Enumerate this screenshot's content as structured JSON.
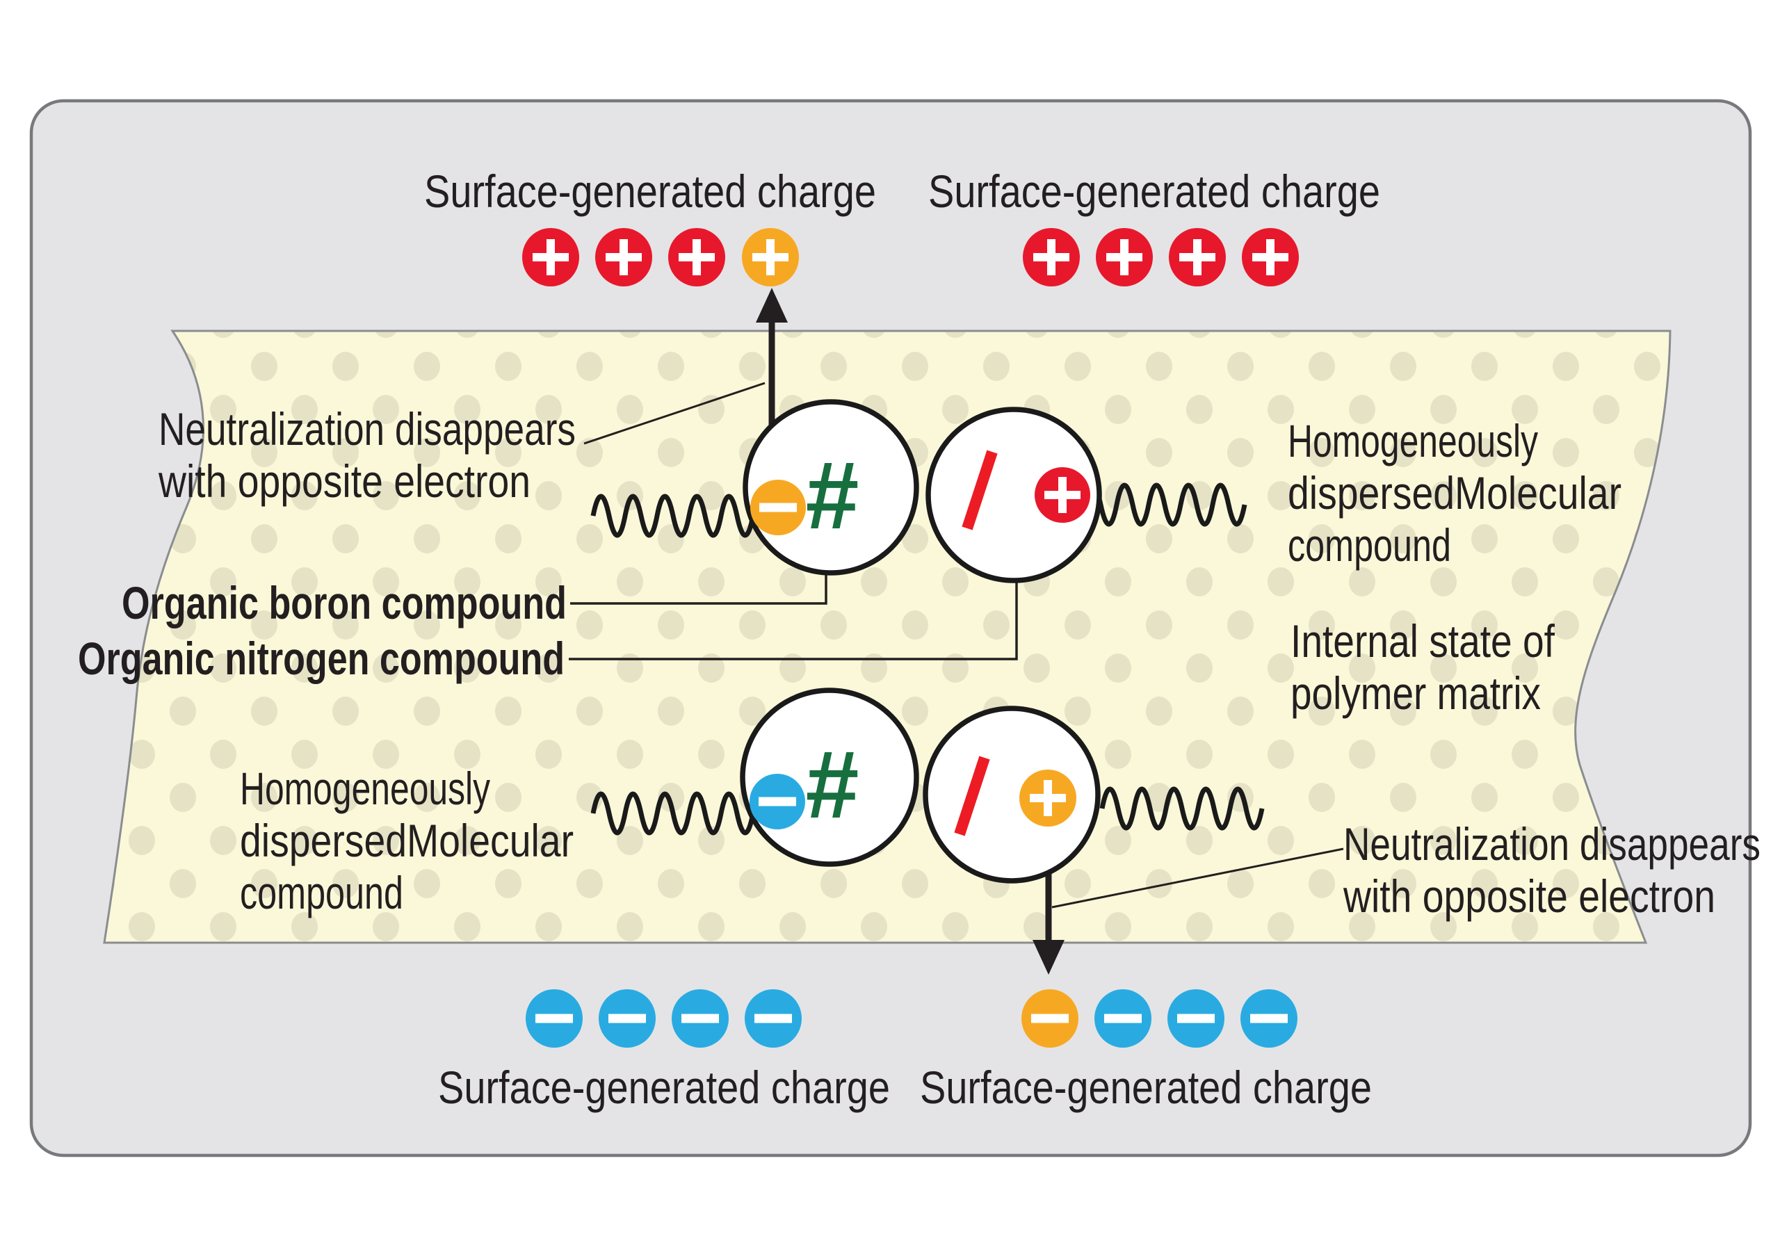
{
  "labels": {
    "surface_charge": "Surface-generated charge",
    "neutralization_line1": "Neutralization disappears",
    "neutralization_line2": "with opposite electron",
    "organic_boron": "Organic boron compound",
    "organic_nitrogen": "Organic nitrogen compound",
    "homogeneous_line1": "Homogeneously",
    "homogeneous_line2": "dispersedMolecular",
    "homogeneous_line3": "compound",
    "internal_line1": "Internal state of",
    "internal_line2": "polymer matrix"
  },
  "symbols": {
    "hash": "#",
    "slash": "/",
    "plus": "+",
    "minus": "−"
  },
  "icons": {
    "positive_charge": "plus-charge-icon",
    "negative_charge": "minus-charge-icon",
    "molecule": "molecule-circle",
    "polymer_chain": "wavy-polymer-chain"
  },
  "colors": {
    "positive_red": "#e8182c",
    "neutral_orange": "#f7a823",
    "negative_blue": "#29abe2",
    "boron_green": "#176f3f",
    "nitrogen_red": "#ed1c24",
    "matrix_yellow": "#faf8d8",
    "matrix_dot": "#e6e2c5",
    "panel_gray": "#e4e4e6",
    "panel_border": "#77797c",
    "text_black": "#231f20"
  },
  "charge_rows": {
    "top_left": [
      "plus-red",
      "plus-red",
      "plus-red",
      "plus-orange"
    ],
    "top_right": [
      "plus-red",
      "plus-red",
      "plus-red",
      "plus-red"
    ],
    "bottom_left": [
      "minus-blue",
      "minus-blue",
      "minus-blue",
      "minus-blue"
    ],
    "bottom_right": [
      "minus-orange",
      "minus-blue",
      "minus-blue",
      "minus-blue"
    ]
  }
}
